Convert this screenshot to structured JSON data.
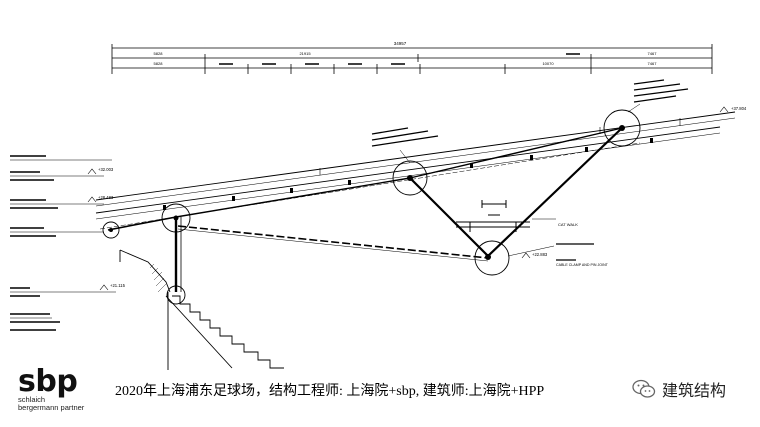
{
  "drawing": {
    "dimensions": {
      "overall": "34957",
      "row1": [
        "5828",
        "21915",
        "",
        "7467"
      ],
      "row2": [
        "5828",
        "",
        "",
        "",
        "",
        "10070",
        "",
        "7467"
      ]
    },
    "levels": [
      "+37.804",
      "+32.003",
      "+28.483",
      "+22.883",
      "+21.115"
    ],
    "labels": {
      "cat_walk": "CAT WALK",
      "pin_joint": "CABLE CLAMP AND PIN JOINT"
    }
  },
  "footer": {
    "logo_word": "sbp",
    "logo_sub": [
      "schlaich",
      "bergermann partner"
    ],
    "caption": "2020年上海浦东足球场，结构工程师: 上海院+sbp, 建筑师:上海院+HPP",
    "wechat_name": "建筑结构"
  }
}
